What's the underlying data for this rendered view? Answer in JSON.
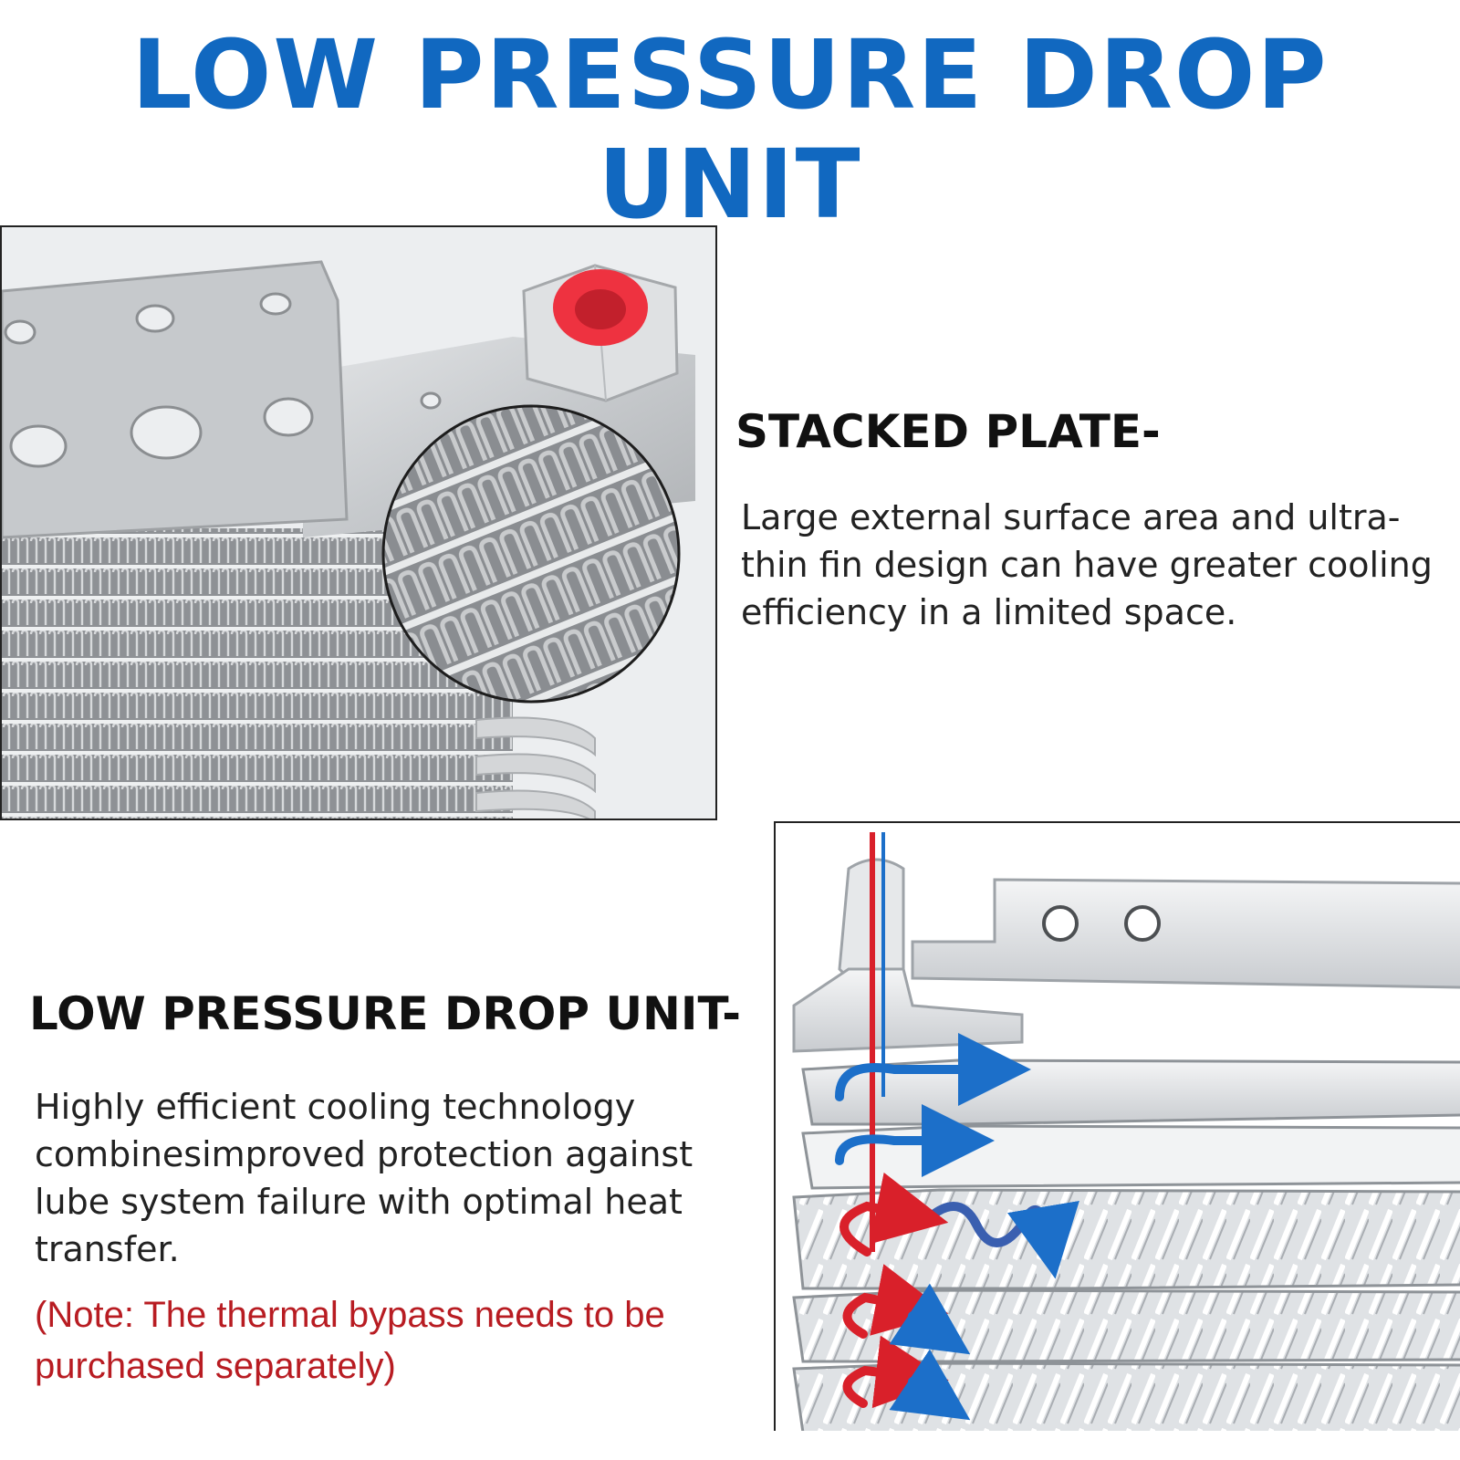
{
  "header": {
    "title": "LOW PRESSURE DROP UNIT"
  },
  "stacked_plate": {
    "heading": "STACKED PLATE-",
    "description": "Large external surface area and ultra-thin fin design can have greater cooling efficiency in a limited space."
  },
  "low_pressure": {
    "heading": "LOW PRESSURE DROP UNIT-",
    "description": "Highly efficient cooling technology combinesimproved protection against lube system failure with optimal heat transfer.",
    "note": "(Note: The thermal bypass needs to be purchased separately)"
  },
  "colors": {
    "title_blue": "#1168c0",
    "note_red": "#b81c22",
    "flow_hot": "#d9202a",
    "flow_cold": "#1c6fc9",
    "fitting_cap": "#ee3240"
  },
  "images": [
    {
      "name": "oil-cooler-closeup-photo",
      "shows": "aluminium oil cooler with mounting bracket, red-capped fitting and magnified fin detail"
    },
    {
      "name": "oil-flow-cutaway-diagram",
      "shows": "cutaway of stacked plates with red and blue flow arrows"
    }
  ]
}
